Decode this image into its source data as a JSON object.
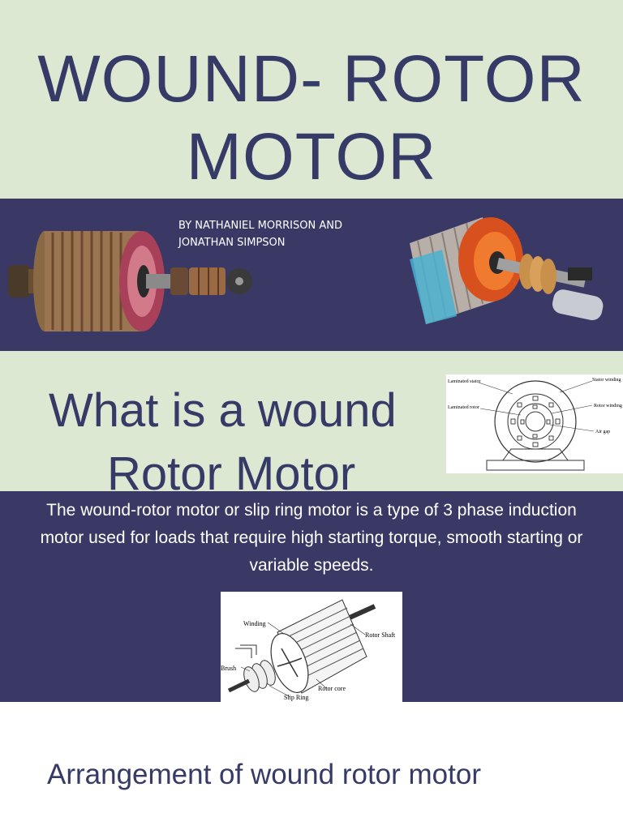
{
  "slide": {
    "title_line1": "WOUND- ROTOR",
    "title_line2": "MOTOR",
    "authors": "BY NATHANIEL MORRISON AND\nJONATHAN SIMPSON",
    "question_line1": "What is a wound",
    "question_line2": "Rotor Motor",
    "definition": "The wound-rotor motor or slip ring motor is a type of 3 phase induction motor used for loads that require high starting torque, smooth starting or variable speeds.",
    "caption": "Arrangement of wound rotor motor"
  },
  "stator_diagram": {
    "labels": {
      "laminated_stator": "Laminated stator",
      "stator_winding": "Stator winding",
      "laminated_rotor": "Laminated rotor",
      "rotor_winding": "Rotor winding",
      "air_gap": "Air gap"
    }
  },
  "rotor_diagram": {
    "labels": {
      "winding": "Winding",
      "rotor_shaft": "Rotor Shaft",
      "brush": "Brush",
      "rotor_core": "Rotor core",
      "slip_ring": "Slip Ring"
    }
  },
  "colors": {
    "light_band": "#dce8d1",
    "dark_band": "#3a3965",
    "title_text": "#363a66"
  }
}
